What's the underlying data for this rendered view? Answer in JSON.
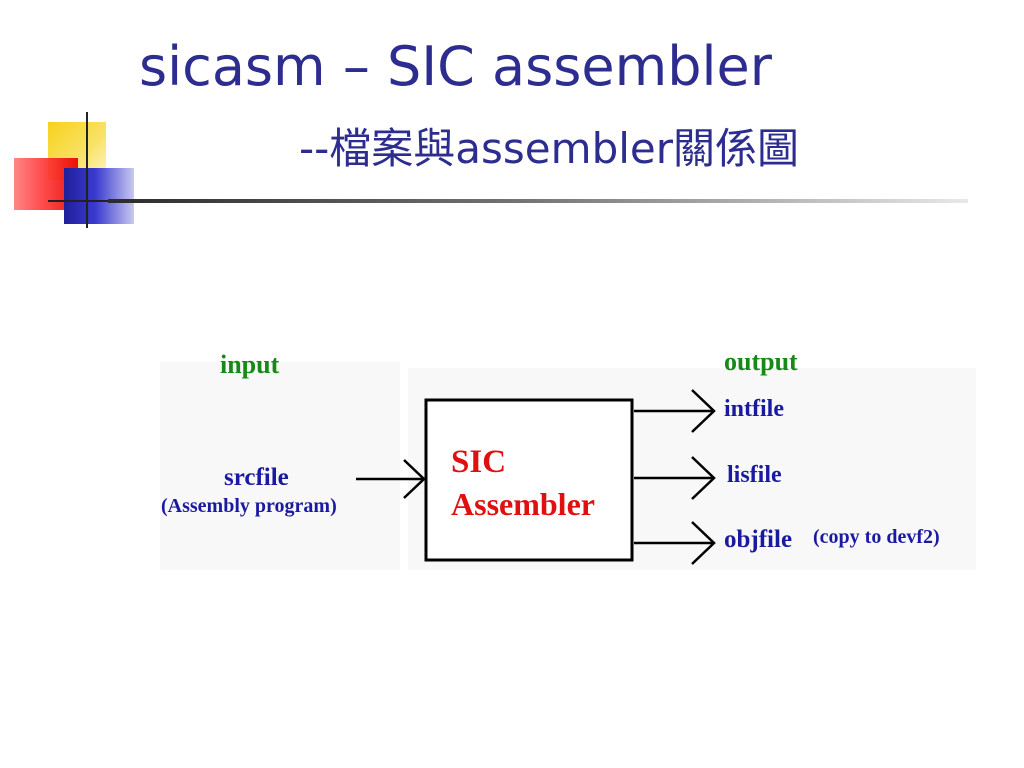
{
  "slide": {
    "title_line1": "sicasm – SIC assembler",
    "title_line2": "--檔案與assembler關係圖"
  },
  "diagram": {
    "input_heading": "input",
    "output_heading": "output",
    "input_file": "srcfile",
    "input_desc": "(Assembly program)",
    "box_line1": "SIC",
    "box_line2": "Assembler",
    "outputs": [
      {
        "name": "intfile",
        "note": ""
      },
      {
        "name": "lisfile",
        "note": ""
      },
      {
        "name": "objfile",
        "note": "(copy to devf2)"
      }
    ]
  },
  "colors": {
    "title": "#2d2d8f",
    "heading": "#168a16",
    "file_label": "#1a1aa0",
    "box_text": "#e01010"
  }
}
